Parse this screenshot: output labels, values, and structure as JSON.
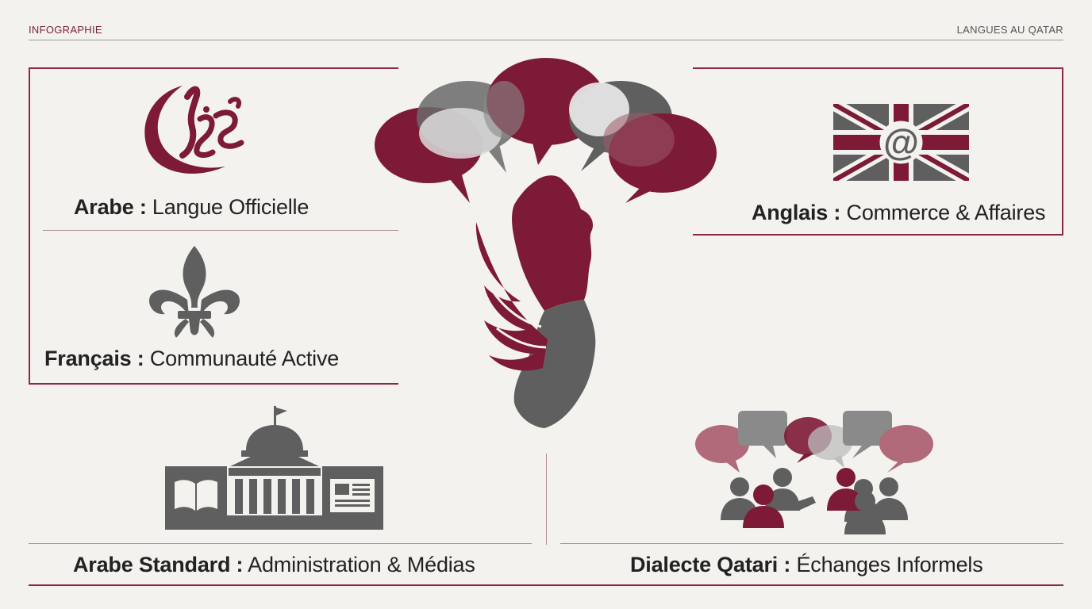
{
  "header": {
    "left": "INFOGRAPHIE",
    "right": "LANGUES AU QATAR"
  },
  "colors": {
    "maroon": "#7d1a35",
    "grey": "#5f5f5f",
    "background": "#f3f2ee"
  },
  "items": {
    "arabe": {
      "bold": "Arabe :",
      "text": " Langue Officielle",
      "icon": "arabic-calligraphy-crescent-icon"
    },
    "francais": {
      "bold": "Français :",
      "text": " Communauté Active",
      "icon": "fleur-de-lis-icon"
    },
    "anglais": {
      "bold": "Anglais :",
      "text": " Commerce & Affaires",
      "icon": "union-jack-at-sign-icon"
    },
    "arabe_standard": {
      "bold": "Arabe Standard :",
      "text": " Administration & Médias",
      "icon": "government-building-icon"
    },
    "dialecte": {
      "bold": "Dialecte Qatari :",
      "text": " Échanges Informels",
      "icon": "people-conversation-icon"
    }
  },
  "center": {
    "icon": "qatar-map-speech-bubbles-icon"
  }
}
